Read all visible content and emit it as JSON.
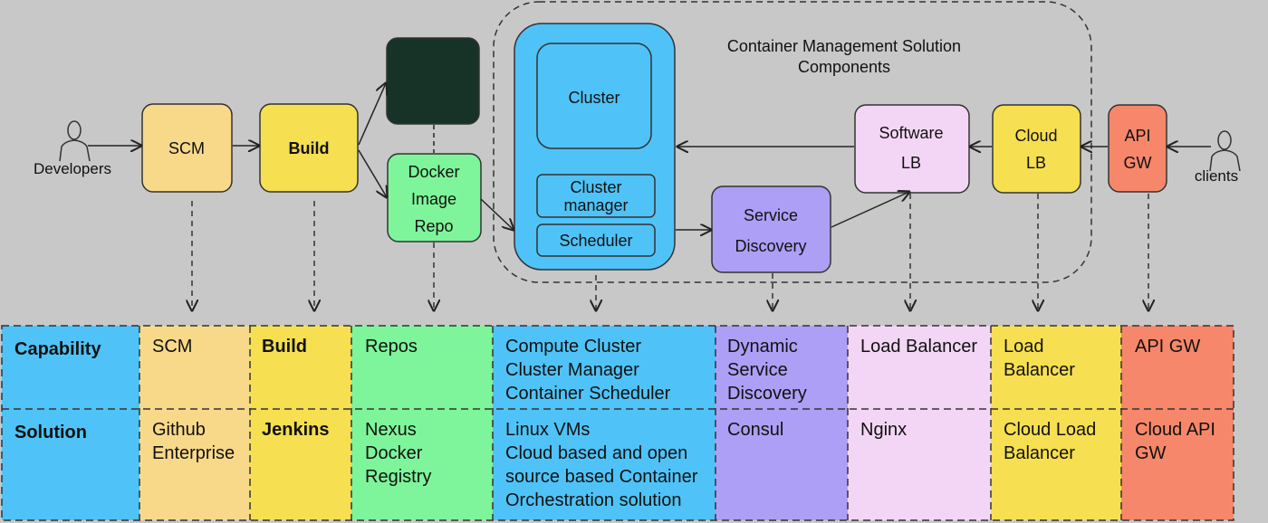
{
  "colors": {
    "background": "#c8c8c8",
    "scm": "#f8d98a",
    "build": "#f6df50",
    "docker": "#7ef59a",
    "cluster": "#4fc3f7",
    "discovery": "#ad9ff5",
    "software_lb": "#f3d6f5",
    "cloud_lb": "#f6df50",
    "api_gw": "#f7876a",
    "registry_dark": "#173327"
  },
  "diagram": {
    "container_title_line1": "Container Management Solution",
    "container_title_line2": "Components",
    "developers_label": "Developers",
    "clients_label": "clients",
    "scm": "SCM",
    "build": "Build",
    "docker_line1": "Docker",
    "docker_line2": "Image",
    "docker_line3": "Repo",
    "cluster": "Cluster",
    "cluster_manager_line1": "Cluster",
    "cluster_manager_line2": "manager",
    "scheduler": "Scheduler",
    "service_line1": "Service",
    "service_line2": "Discovery",
    "software_lb_line1": "Software",
    "software_lb_line2": "LB",
    "cloud_lb_line1": "Cloud",
    "cloud_lb_line2": "LB",
    "api_line1": "API",
    "api_line2": "GW"
  },
  "table": {
    "capability_header": "Capability",
    "solution_header": "Solution",
    "capability": {
      "scm": [
        "SCM"
      ],
      "build": [
        "Build"
      ],
      "repos": [
        "Repos"
      ],
      "compute": [
        "Compute Cluster",
        "Cluster Manager",
        "Container Scheduler"
      ],
      "discovery": [
        "Dynamic",
        "Service",
        "Discovery"
      ],
      "load_balancer": [
        "Load Balancer"
      ],
      "cloud_lb": [
        "Load",
        "Balancer"
      ],
      "api_gw": [
        "API GW"
      ]
    },
    "solution": {
      "scm": [
        "Github",
        "Enterprise"
      ],
      "build": [
        "Jenkins"
      ],
      "repos": [
        "Nexus",
        "Docker",
        "Registry"
      ],
      "compute": [
        "Linux VMs",
        "Cloud based and open",
        "source based Container",
        "Orchestration solution"
      ],
      "discovery": [
        "Consul"
      ],
      "load_balancer": [
        "Nginx"
      ],
      "cloud_lb": [
        "Cloud Load",
        "Balancer"
      ],
      "api_gw": [
        "Cloud API",
        "GW"
      ]
    }
  }
}
